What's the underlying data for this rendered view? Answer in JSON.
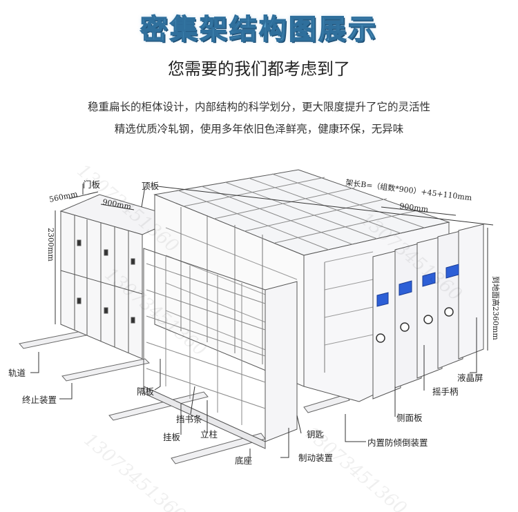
{
  "header": {
    "title": "密集架结构图展示",
    "subtitle": "您需要的我们都考虑到了",
    "desc_line1": "稳重扁长的柜体设计，内部结构的科学划分，更大限度提升了它的灵活性",
    "desc_line2": "精选优质冷轧钢，使用多年依旧色泽鲜亮，健康环保，无异味"
  },
  "diagram": {
    "labels": {
      "door": "门板",
      "top": "顶板",
      "rail": "轨道",
      "stop": "终止装置",
      "shelf": "隔板",
      "book_bar": "挡书条",
      "hang": "挂板",
      "post": "立柱",
      "base": "底座",
      "key": "钥匙",
      "brake": "制动装置",
      "anti_tilt": "内置防倾倒装置",
      "side": "侧面板",
      "handle": "摇手柄",
      "lcd": "液晶屏"
    },
    "dimensions": {
      "depth": "560mm",
      "width": "900mm",
      "width2": "900mm",
      "height_left": "2300mm",
      "height_right": "到地面高2360mm",
      "length": "架长B=（组数*900）+45+110mm"
    },
    "watermark": "13073451360",
    "colors": {
      "title": "#6bb4dc",
      "lcd": "#2d5fd6",
      "frame": "#f2f2f4",
      "line": "#555555"
    }
  }
}
